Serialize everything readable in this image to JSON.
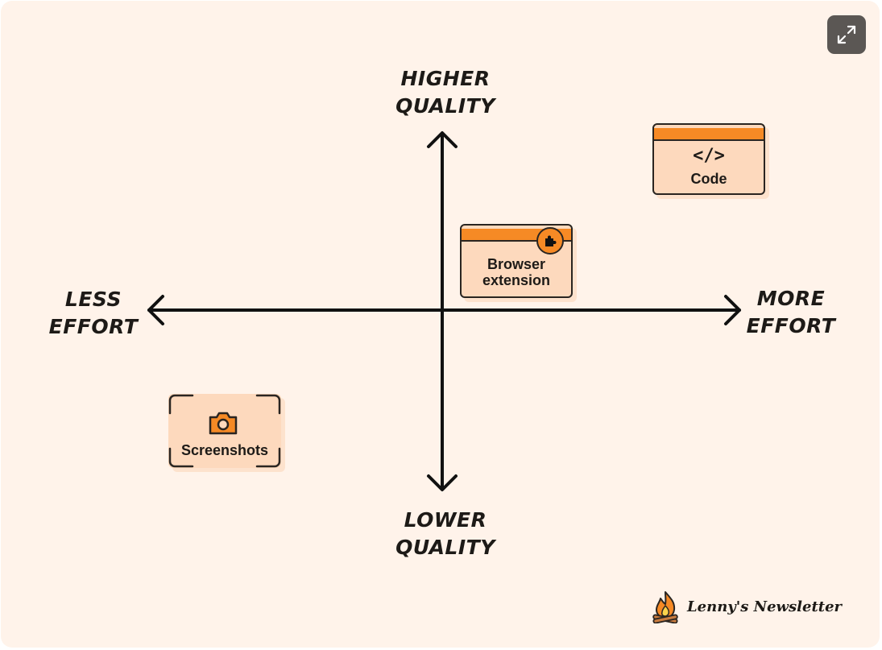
{
  "axes": {
    "top_line1": "HIGHER",
    "top_line2": "QUALITY",
    "bottom_line1": "LOWER",
    "bottom_line2": "QUALITY",
    "left_line1": "LESS",
    "left_line2": "EFFORT",
    "right_line1": "MORE",
    "right_line2": "EFFORT"
  },
  "cards": {
    "code": {
      "glyph": "</>",
      "label": "Code",
      "icon": "code-icon"
    },
    "browser": {
      "label_line1": "Browser",
      "label_line2": "extension",
      "icon": "puzzle-icon"
    },
    "screenshots": {
      "label": "Screenshots",
      "icon": "camera-icon"
    }
  },
  "brand": {
    "name": "Lenny's Newsletter",
    "icon": "campfire-icon"
  },
  "controls": {
    "expand_icon": "expand-icon"
  },
  "colors": {
    "background": "#fff3ea",
    "card_fill": "#fdd9bd",
    "accent": "#f68a25",
    "ink": "#1d1a17"
  }
}
